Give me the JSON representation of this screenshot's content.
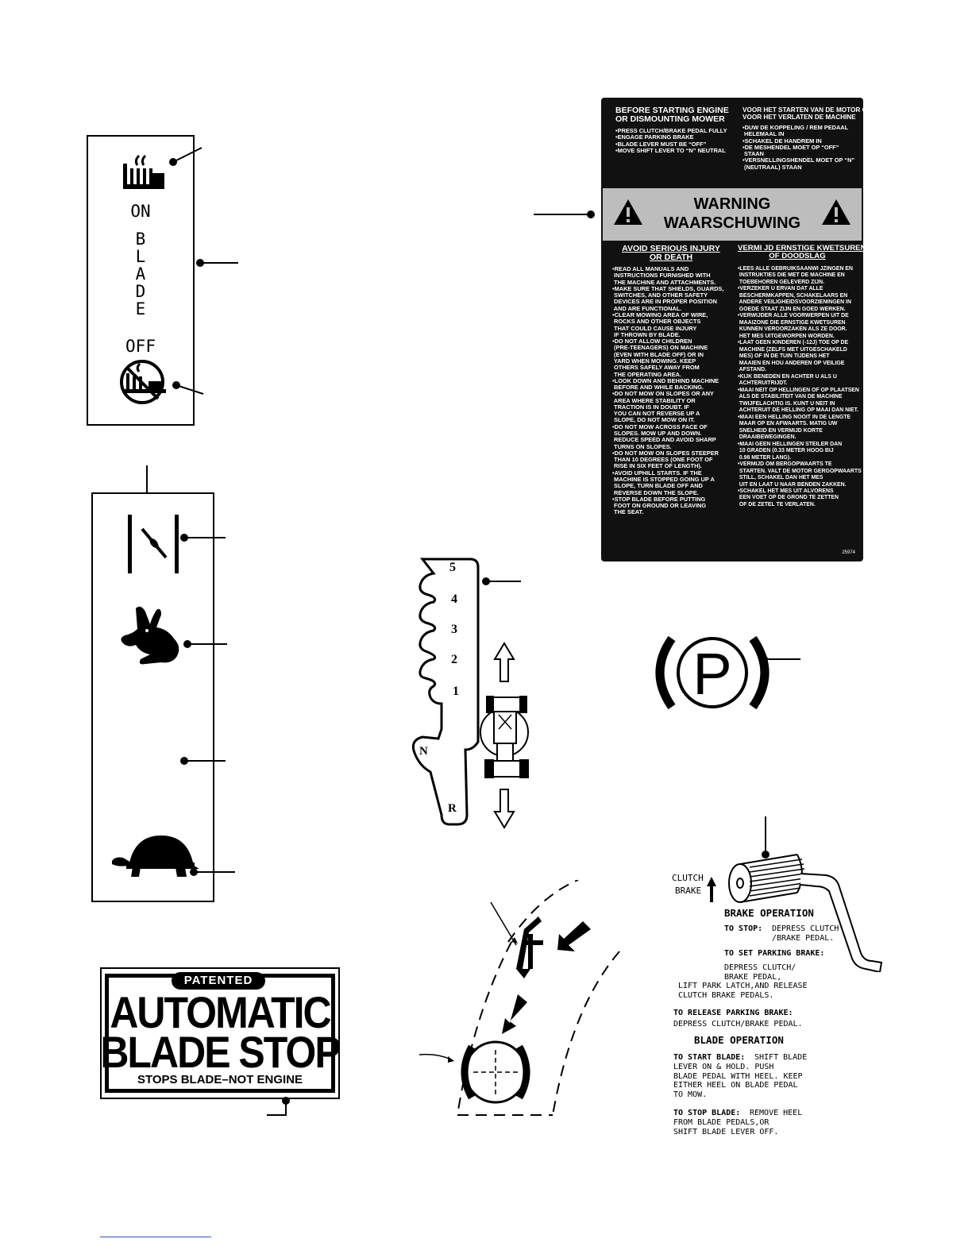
{
  "blade_decal": {
    "on_label": "ON",
    "blade_letters": [
      "B",
      "L",
      "A",
      "D",
      "E"
    ],
    "off_label": "OFF"
  },
  "speed_decal": {},
  "shift_decal": {
    "positions": [
      "5",
      "4",
      "3",
      "2",
      "1",
      "N",
      "R"
    ]
  },
  "blade_stop": {
    "patented": "PATENTED",
    "line1": "AUTOMATIC",
    "line2": "BLADE STOP",
    "line3": "STOPS BLADE–NOT ENGINE"
  },
  "warning_decal": {
    "before_en_title": "BEFORE STARTING ENGINE\nOR DISMOUNTING MOWER",
    "before_en_body": "•PRESS CLUTCH/BRAKE PEDAL FULLY\n•ENGAGE PARKING BRAKE\n•BLADE LEVER MUST BE “OFF”\n•MOVE SHIFT LEVER TO “N” NEUTRAL",
    "before_nl_title": "VOOR HET STARTEN VAN DE MOTOR OF\nVOOR HET VERLATEN DE MACHINE",
    "before_nl_body": "•DUW DE KOPPELING / REM PEDAAL\n HELEMAAL IN\n•SCHAKEL DE HANDREM IN\n•DE MESHENDEL MOET OP “OFF”\n STAAN\n•VERSNELLINGSHENDEL MOET OP “N”\n (NEUTRAAL) STAAN",
    "warning_en": "WARNING",
    "warning_nl": "WAARSCHUWING",
    "avoid_en_title": "AVOID SERIOUS INJURY\nOR DEATH",
    "avoid_en_body": "•READ ALL MANUALS AND\n INSTRUCTIONS FURNISHED WITH\n THE MACHINE AND ATTACHMENTS.\n•MAKE SURE THAT SHIELDS, GUARDS,\n SWITCHES, AND OTHER SAFETY\n DEVICES ARE IN PROPER POSITION\n AND ARE FUNCTIONAL.\n•CLEAR MOWING AREA OF WIRE,\n ROCKS AND OTHER OBJECTS\n THAT COULD CAUSE INJURY\n IF THROWN BY BLADE.\n•DO NOT ALLOW CHILDREN\n (PRE-TEENAGERS) ON MACHINE\n (EVEN WITH BLADE OFF) OR IN\n YARD WHEN MOWING. KEEP\n OTHERS SAFELY AWAY FROM\n THE OPERATING AREA.\n•LOOK DOWN AND BEHIND MACHINE\n BEFORE AND WHILE BACKING.\n•DO NOT MOW ON SLOPES OR ANY\n AREA WHERE STABILITY OR\n TRACTION IS IN DOUBT. IF\n YOU CAN NOT REVERSE UP A\n SLOPE, DO NOT MOW ON IT.\n•DO NOT MOW ACROSS FACE OF\n SLOPES. MOW UP AND DOWN.\n REDUCE SPEED AND AVOID SHARP\n TURNS ON SLOPES.\n•DO NOT MOW ON SLOPES STEEPER\n THAN 10 DEGREES (ONE FOOT OF\n RISE IN SIX FEET OF LENGTH).\n•AVOID UPHILL STARTS. IF THE\n MACHINE IS STOPPED GOING UP A\n SLOPE, TURN BLADE OFF AND\n REVERSE DOWN THE SLOPE.\n•STOP BLADE BEFORE PUTTING\n FOOT ON GROUND OR LEAVING\n THE SEAT.",
    "avoid_nl_title": "VERMI JD ERNSTIGE KWETSUREN\nOF DOODSLAG",
    "avoid_nl_body": "•LEES ALLE GEBRUIKSAANWI JZINGEN EN\n INSTRUKTIES DIE MET DE MACHINE EN\n TOEBEHOREN GELEVERD ZIJN.\n•VERZEKER U ERVAN DAT ALLE\n BESCHERMKAPPEN, SCHAKELAARS EN\n ANDERE VEILIGHEIDSVOORZIENINGEN IN\n GOEDE STAAT ZIJN EN GOED WERKEN.\n•VERWIJDER ALLE VOORWERPEN UIT DE\n MAAIZONE DIE ERNSTIGE KWETSUREN\n KUNNEN VEROORZAKEN ALS ZE DOOR.\n HET MES UITGEWORPEN WORDEN.\n•LAAT GEEN KINDEREN (-12J) TOE OP DE\n MACHINE (ZELFS MET UITGESCHAKELD\n MES) OF IN DE TUIN TIJDENS HET\n MAAIEN EN HOU ANDEREN OP VEILIGE\n AFSTAND.\n•KIJK BENEDEN EN ACHTER U ALS U\n ACHTERUITRIJDT.\n•MAAI NEIT OP HELLINGEN OF OP PLAATSEN\n ALS DE STABILITEIT VAN DE MACHINE\n TWIJFELACHTIG IS. KUNT U NEIT IN\n ACHTERUIT DE HELLING OP MAAI DAN NIET.\n•MAAI EEN HELLING NOOIT IN DE LENGTE\n MAAR OP EN AFWAARTS. MATIG UW\n SNELHEID EN VERMIJD KORTE\n DRAAIBEWEGINGEN.\n•MAAI GEEN HELLINGEN STEILER DAN\n 10 GRADEN (0.33 METER HOOG BIJ\n 0.98 METER LANG).\n•VERMIJD OM BERGOPWAARTS TE\n STARTEN. VALT DE MOTOR GERGOPWAARTS\n STILL, SCHAKEL DAN HET MES\n UIT EN LAAT U NAAR BENDEN ZAKKEN.\n•SCHAKEL HET MES UIT ALVORENS\n EEN VOET OP DE GROND TE ZETTEN\n OF DE ZETEL TE VERLATEN.",
    "part_number": "25974"
  },
  "park_decal": {
    "letter": "P"
  },
  "brake_decal": {
    "clutch_label": "CLUTCH",
    "brake_label": "BRAKE",
    "brake_op_title": "BRAKE OPERATION",
    "to_stop_label": "TO STOP:",
    "to_stop_text": "DEPRESS CLUTCH\n/BRAKE PEDAL.",
    "set_park_label": "TO SET PARKING BRAKE:",
    "set_park_text": "DEPRESS CLUTCH/\nBRAKE PEDAL,",
    "set_park_text2": "LIFT PARK LATCH,AND RELEASE\nCLUTCH BRAKE PEDALS.",
    "release_label": "TO RELEASE PARKING BRAKE:",
    "release_text": "DEPRESS CLUTCH/BRAKE PEDAL.",
    "blade_op_title": "BLADE OPERATION",
    "start_blade_label": "TO START BLADE:",
    "start_blade_text": "SHIFT BLADE",
    "start_blade_text2": "LEVER ON & HOLD. PUSH\nBLADE PEDAL WITH HEEL. KEEP\nEITHER HEEL ON BLADE PEDAL\nTO MOW.",
    "stop_blade_label": "TO STOP BLADE:",
    "stop_blade_text": "REMOVE HEEL",
    "stop_blade_text2": "FROM BLADE PEDALS,OR\nSHIFT BLADE LEVER OFF."
  },
  "colors": {
    "ink": "#000000",
    "paper": "#ffffff",
    "band": "#bdbdbd",
    "decal": "#111111"
  }
}
